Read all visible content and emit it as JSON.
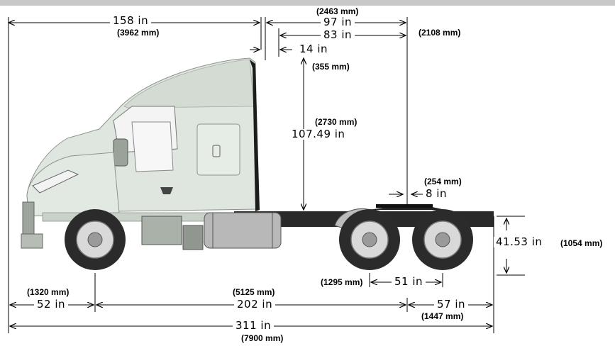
{
  "dimensions": {
    "d158": {
      "inches": "158 in",
      "metric": "(3962 mm)"
    },
    "d97": {
      "inches": "97 in",
      "metric": "(2463 mm)"
    },
    "d83": {
      "inches": "83 in",
      "metric": "(2108 mm)"
    },
    "d14": {
      "inches": "14 in",
      "metric": "(355 mm)"
    },
    "d107": {
      "inches": "107.49 in",
      "metric": "(2730 mm)"
    },
    "d8": {
      "inches": "8 in",
      "metric": "(254 mm)"
    },
    "d41": {
      "inches": "41.53 in",
      "metric": "(1054 mm)"
    },
    "d51": {
      "inches": "51 in",
      "metric": "(1295 mm)"
    },
    "d52": {
      "inches": "52 in",
      "metric": "(1320 mm)"
    },
    "d202": {
      "inches": "202 in",
      "metric": "(5125 mm)"
    },
    "d57": {
      "inches": "57 in",
      "metric": "(1447 mm)"
    },
    "d311": {
      "inches": "311 in",
      "metric": "(7900 mm)"
    }
  },
  "colors": {
    "cab": "#dfe6df",
    "cab_shadow": "#c4cec4",
    "frame": "#2a2a2a",
    "tire": "#2b2b2b",
    "rim": "#d9d9d9",
    "window": "#f4f4f4",
    "tank": "#b8b8b8"
  }
}
